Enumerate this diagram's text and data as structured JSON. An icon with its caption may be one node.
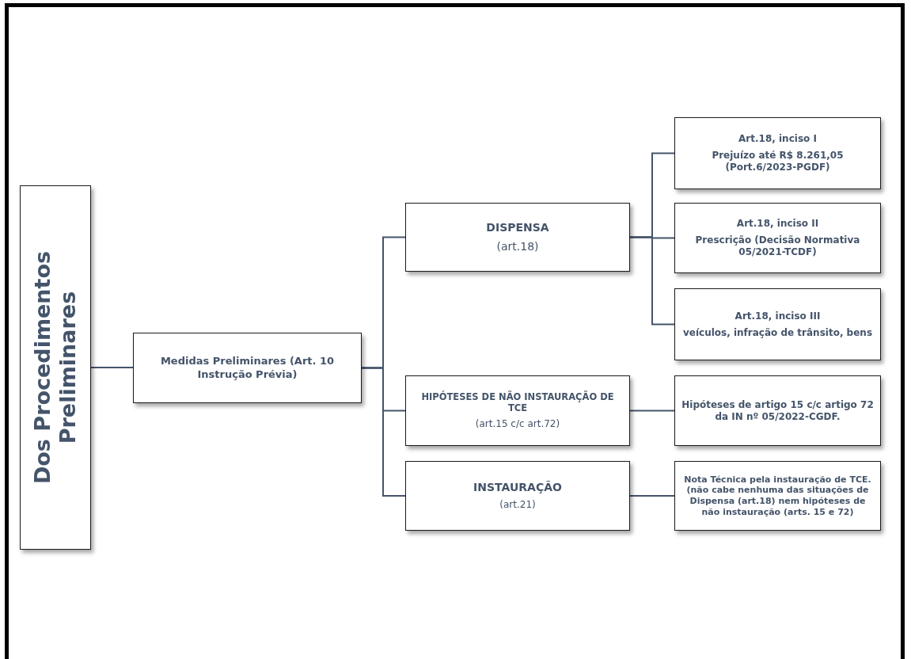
{
  "diagram": {
    "nodes": [
      {
        "text": [
          "Dos Procedimentos Preliminares"
        ]
      },
      {
        "text": [
          "Medidas Preliminares (Art. 10 Instrução Prévia)"
        ]
      },
      {
        "text": [
          "DISPENSA",
          "(art.18)"
        ]
      },
      {
        "text": [
          "Art.18, inciso I",
          "Prejuízo até R$ 8.261,05 (Port.6/2023-PGDF)"
        ]
      },
      {
        "text": [
          "Art.18, inciso II",
          "Prescrição (Decisão Normativa 05/2021-TCDF)"
        ]
      },
      {
        "text": [
          "Art.18, inciso III",
          "veículos, infração de trânsito, bens"
        ]
      },
      {
        "text": [
          "HIPÓTESES DE NÃO INSTAURAÇÃO DE TCE",
          "(art.15 c/c art.72)"
        ]
      },
      {
        "text": [
          "Hipóteses de artigo 15 c/c artigo 72 da IN nº 05/2022-CGDF."
        ]
      },
      {
        "text": [
          "INSTAURAÇÃO",
          "(art.21)"
        ]
      },
      {
        "text": [
          "Nota Técnica pela instauração de TCE. (não cabe nenhuma das situações de Dispensa (art.18) nem hipóteses de não instauração (arts. 15 e 72)"
        ]
      }
    ],
    "edges": [
      {
        "from": 0,
        "to": 1,
        "arrow": "none"
      },
      {
        "from": 1,
        "to": 2,
        "arrow": "none"
      },
      {
        "from": 1,
        "to": 6,
        "arrow": "none"
      },
      {
        "from": 1,
        "to": 8,
        "arrow": "none"
      },
      {
        "from": 2,
        "to": 3,
        "arrow": "none"
      },
      {
        "from": 2,
        "to": 4,
        "arrow": "none"
      },
      {
        "from": 2,
        "to": 5,
        "arrow": "none"
      },
      {
        "from": 6,
        "to": 7,
        "arrow": "none"
      },
      {
        "from": 8,
        "to": 9,
        "arrow": "none"
      }
    ]
  }
}
